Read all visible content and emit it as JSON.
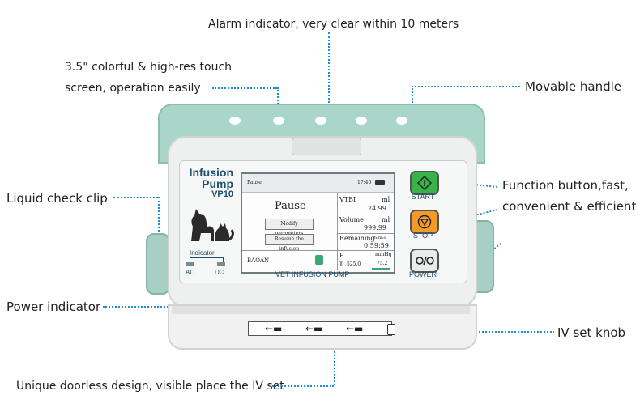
{
  "callouts": {
    "alarm": "Alarm indicator, very clear within 10 meters",
    "screen_line1": "3.5\" colorful & high-res touch",
    "screen_line2": "screen, operation easily",
    "handle": "Movable handle",
    "clip": "Liquid check clip",
    "function_line1": "Function button,fast,",
    "function_line2": "convenient & efficient",
    "power": "Power indicator",
    "knob": "IV set knob",
    "doorless": "Unique doorless design, visible place the IV set"
  },
  "device": {
    "brand_line1": "Infusion",
    "brand_line2": "Pump",
    "model": "VP10",
    "indicator_label": "Indicator",
    "ac_label": "AC",
    "dc_label": "DC",
    "bottom_label": "VET INFUSION PUMP",
    "buttons": {
      "start": "START",
      "stop": "STOP",
      "power": "POWER"
    }
  },
  "screen": {
    "status": "Pause",
    "time": "17:40",
    "title": "Pause",
    "modify_button": "Modify parameters",
    "resume_button": "Resume the infusion",
    "vtbi_label": "VTBI",
    "vtbi_unit": "ml",
    "vtbi_value": "24.99",
    "volume_label": "Volume",
    "volume_unit": "ml",
    "volume_value": "999.99",
    "remaining_label": "Remaining",
    "remaining_unit": "h:m:s",
    "remaining_value": "0:59:59",
    "pressure_label": "P",
    "pressure_unit": "mmHg",
    "pressure_limit": "525.0",
    "pressure_value": "75.2",
    "brand": "BAOAN"
  }
}
